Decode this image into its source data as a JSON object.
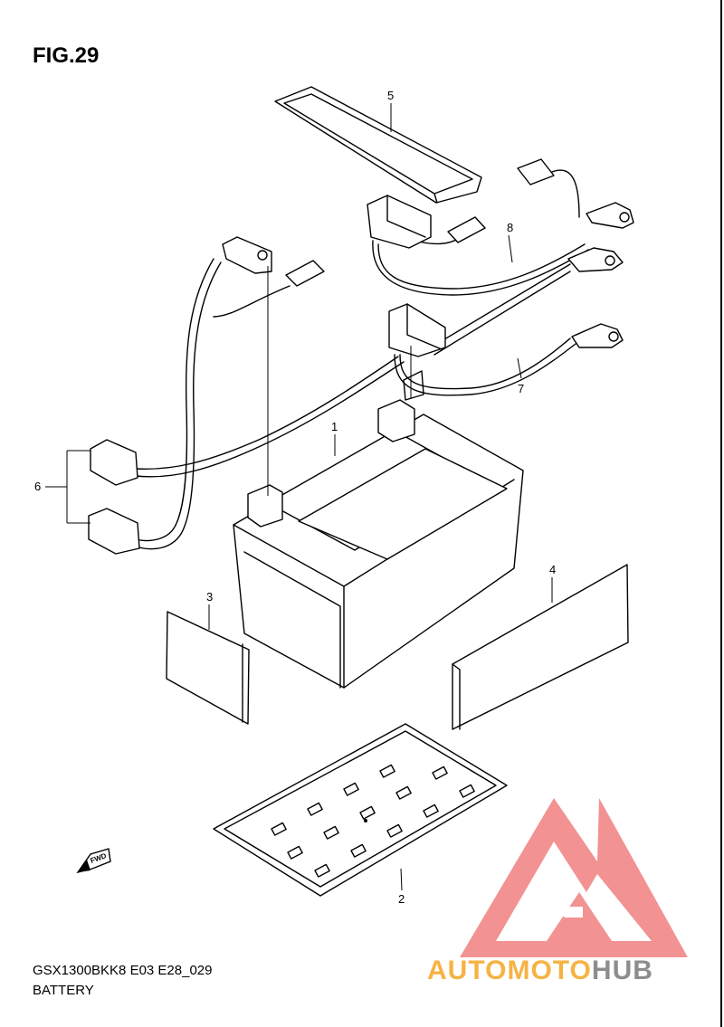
{
  "figure": {
    "title": "FIG.29",
    "model_code": "GSX1300BKK8 E03 E28_029",
    "section_name": "BATTERY"
  },
  "callouts": [
    "1",
    "2",
    "3",
    "4",
    "5",
    "6",
    "7",
    "8"
  ],
  "fwd_label": "FWD",
  "watermark": {
    "text_part1": "AUTOMOTO",
    "text_part2": "HUB",
    "color_part1": "#f5a623",
    "color_part2": "#7a7a7a",
    "logo_color": "#f08080"
  }
}
